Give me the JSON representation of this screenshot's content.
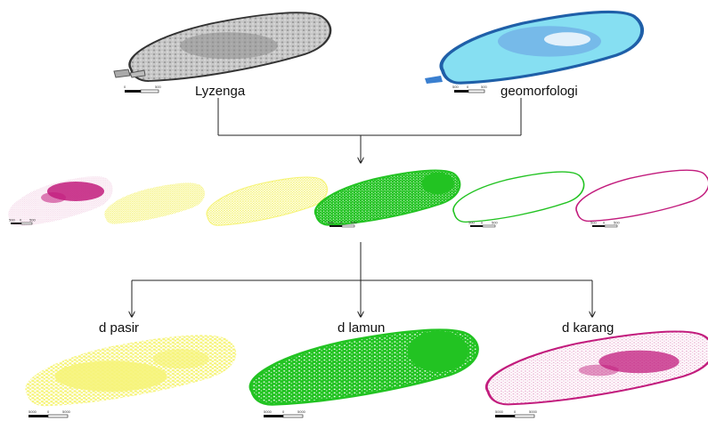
{
  "top_row": [
    {
      "label": "Lyzenga",
      "scale_ticks": [
        "0",
        "500"
      ]
    },
    {
      "label": "geomorfologi",
      "scale_ticks": [
        "500",
        "0",
        "500"
      ]
    }
  ],
  "middle_row": [
    {
      "scale_ticks": [
        "500",
        "0",
        "500"
      ]
    },
    {
      "scale_ticks": []
    },
    {
      "scale_ticks": []
    },
    {
      "scale_ticks": [
        "500",
        "0",
        "500"
      ]
    },
    {
      "scale_ticks": [
        "500",
        "0",
        "500"
      ]
    },
    {
      "scale_ticks": [
        "500",
        "0",
        "500"
      ]
    }
  ],
  "bottom_row": [
    {
      "label": "d pasir",
      "scale_ticks": [
        "5000",
        "0",
        "5000"
      ]
    },
    {
      "label": "d lamun",
      "scale_ticks": [
        "5000",
        "0",
        "5000"
      ]
    },
    {
      "label": "d karang",
      "scale_ticks": [
        "5000",
        "0",
        "5000"
      ]
    }
  ],
  "colors": {
    "grayscale": "#8a8a8a",
    "cyan": "#86dff2",
    "blue": "#1f5fa8",
    "yellow": "#f6f47a",
    "green": "#22c322",
    "magenta": "#c21c7d",
    "arrow": "#222222"
  }
}
